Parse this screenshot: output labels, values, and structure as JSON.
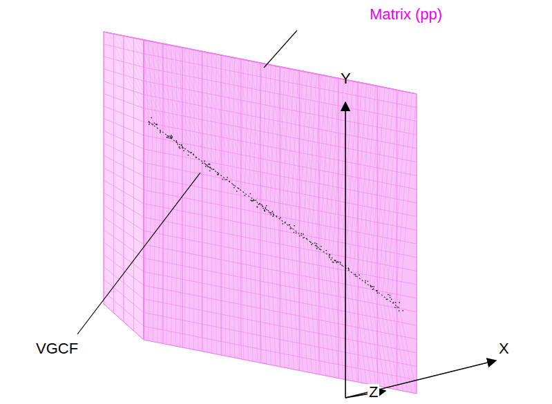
{
  "diagram": {
    "labels": [
      "Matrix (pp)",
      "VGCF",
      "Y",
      "X",
      "Z"
    ]
  }
}
